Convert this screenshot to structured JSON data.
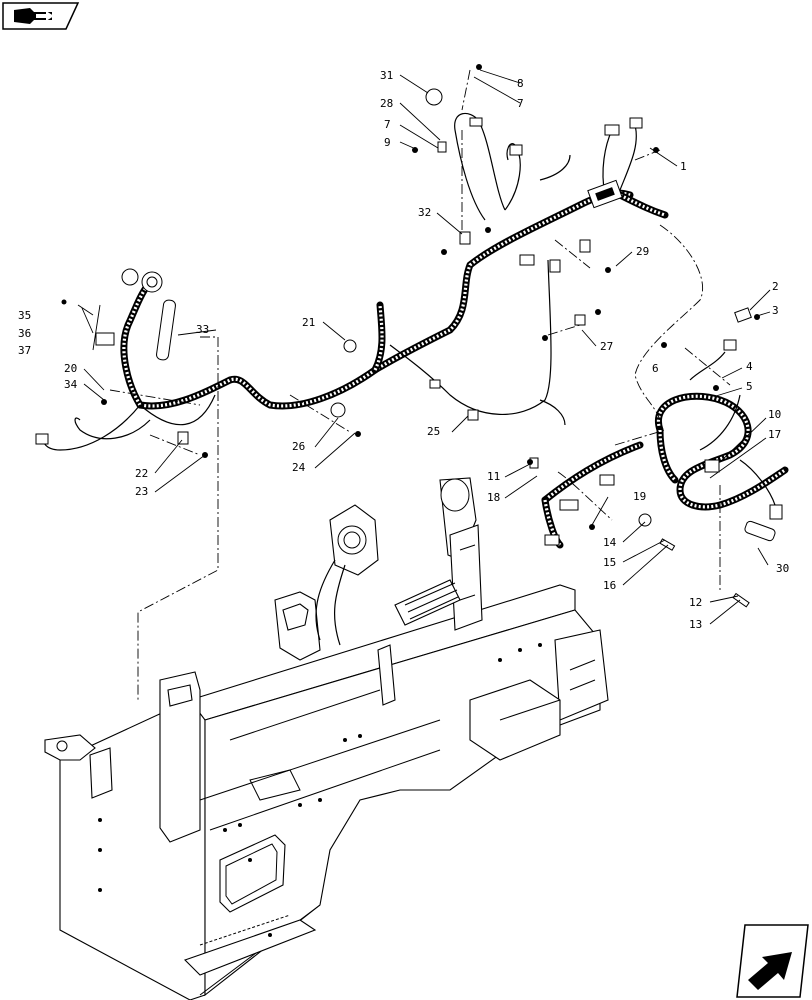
{
  "labels": {
    "l1": "1",
    "l2": "2",
    "l3": "3",
    "l4": "4",
    "l5": "5",
    "l6": "6",
    "l7a": "7",
    "l7b": "7",
    "l8": "8",
    "l9": "9",
    "l10": "10",
    "l11": "11",
    "l12": "12",
    "l13": "13",
    "l14": "14",
    "l15": "15",
    "l16": "16",
    "l17": "17",
    "l18": "18",
    "l19": "19",
    "l20": "20",
    "l21": "21",
    "l22": "22",
    "l23": "23",
    "l24": "24",
    "l25": "25",
    "l26": "26",
    "l27": "27",
    "l28": "28",
    "l29": "29",
    "l30": "30",
    "l31": "31",
    "l32": "32",
    "l33": "33",
    "l34": "34",
    "l35": "35",
    "l36": "36",
    "l37": "37"
  },
  "icons": {
    "top_left": "book-arrow-icon",
    "bottom_right": "next-page-arrow-icon"
  }
}
